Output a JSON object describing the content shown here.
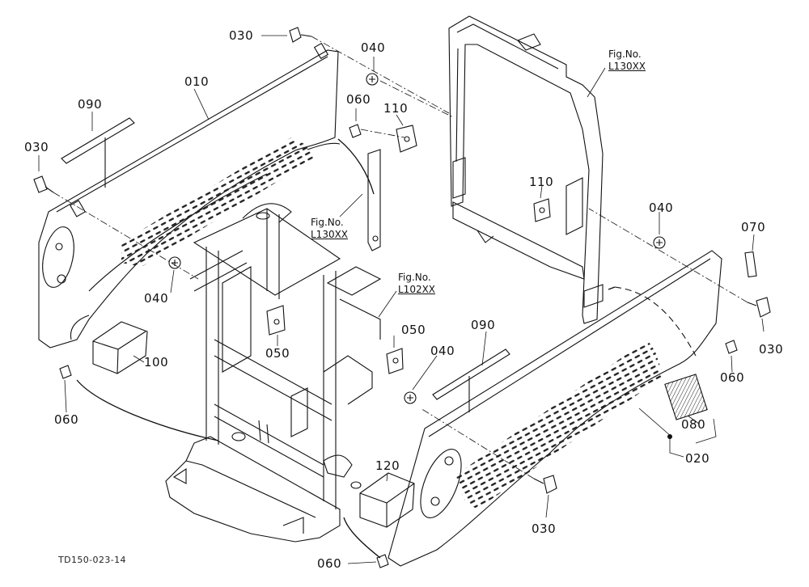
{
  "parts": {
    "p010": "010",
    "p020": "020",
    "p030_top": "030",
    "p030_left": "030",
    "p030_right": "030",
    "p030_bottom": "030",
    "p040_top": "040",
    "p040_left": "040",
    "p040_right": "040",
    "p040_mid": "040",
    "p050_left": "050",
    "p050_mid": "050",
    "p060_top": "060",
    "p060_left": "060",
    "p060_right": "060",
    "p060_bottom": "060",
    "p070": "070",
    "p080": "080",
    "p090_left": "090",
    "p090_mid": "090",
    "p100": "100",
    "p110_top": "110",
    "p110_right": "110",
    "p120": "120"
  },
  "refs": {
    "fig_label_1": "Fig.No.",
    "fig_num_1": "L130XX",
    "fig_label_2": "Fig.No.",
    "fig_num_2": "L130XX",
    "fig_label_3": "Fig.No.",
    "fig_num_3": "L102XX"
  },
  "drawing_code": "TD150-023-14"
}
